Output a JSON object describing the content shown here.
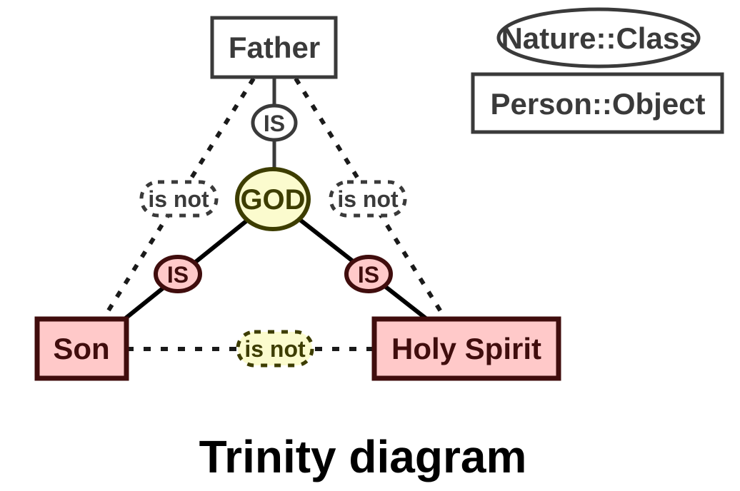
{
  "title": "Trinity diagram",
  "nodes": {
    "father": {
      "label": "Father"
    },
    "god": {
      "label": "GOD"
    },
    "son": {
      "label": "Son"
    },
    "holy_spirit": {
      "label": "Holy Spirit"
    }
  },
  "relations": {
    "is_father_god": {
      "label": "IS"
    },
    "is_god_son": {
      "label": "IS"
    },
    "is_god_holy_spirit": {
      "label": "IS"
    },
    "is_not_father_son": {
      "label": "is not"
    },
    "is_not_father_holy_spirit": {
      "label": "is not"
    },
    "is_not_son_holy_spirit": {
      "label": "is not"
    }
  },
  "legend": {
    "class_shape": {
      "label": "Nature::Class"
    },
    "object_shape": {
      "label": "Person::Object"
    }
  },
  "colors": {
    "dark_gray": "#3a3a3a",
    "dark_olive": "#3d3d00",
    "dark_maroon": "#400d0d",
    "light_yellow": "#fbfbce",
    "light_pink": "#ffc9c9",
    "white": "#ffffff",
    "black": "#000000"
  }
}
